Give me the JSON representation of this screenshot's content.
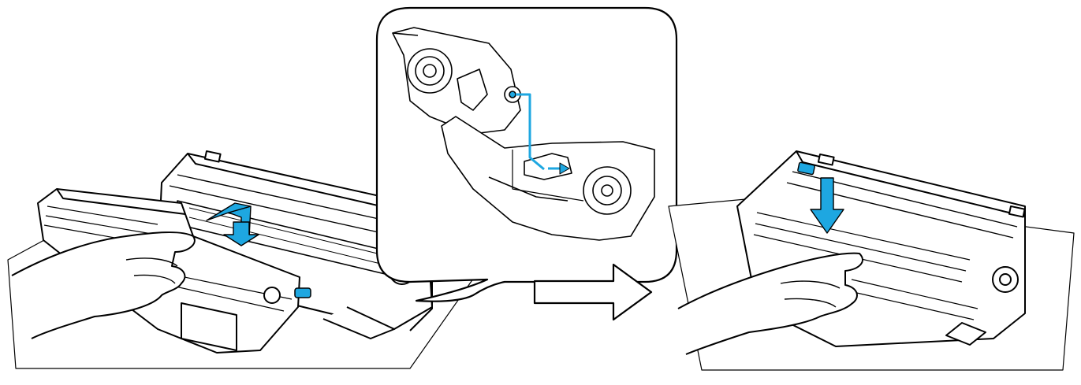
{
  "figure": {
    "left_scene": "toner-into-drum-left",
    "callout": "drum-guide-detail-callout",
    "arrow": "next-step-arrow",
    "right_scene": "toner-seated-in-drum-right"
  },
  "colors": {
    "outline": "#000000",
    "accent": "#1ea7e1",
    "fill": "#ffffff"
  }
}
